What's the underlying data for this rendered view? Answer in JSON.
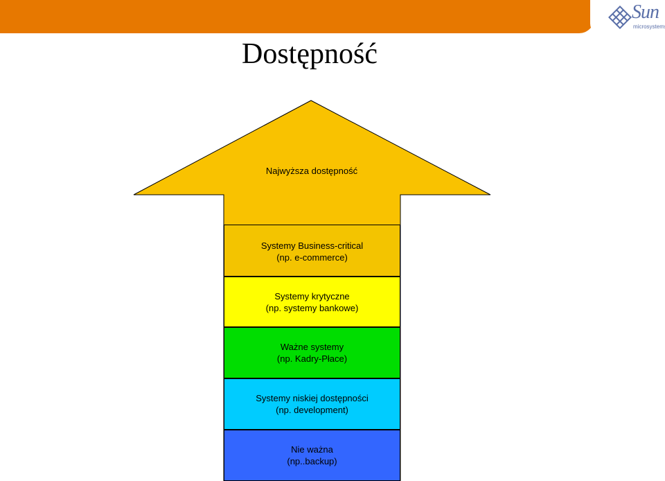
{
  "slide": {
    "title": "Dostępność"
  },
  "logo": {
    "word": "Sun",
    "sub": "microsystems"
  },
  "arrow": {
    "top_label": "Najwyższa dostępność",
    "fill_color": "#f9c200",
    "levels": [
      {
        "line1": "Systemy Business-critical",
        "line2": "(np. e-commerce)",
        "color": "#f3c400"
      },
      {
        "line1": "Systemy krytyczne",
        "line2": "(np. systemy bankowe)",
        "color": "#ffff00"
      },
      {
        "line1": "Ważne systemy",
        "line2": "(np. Kadry-Płace)",
        "color": "#00dd00"
      },
      {
        "line1": "Systemy niskiej dostępności",
        "line2": "(np. development)",
        "color": "#00ccff"
      },
      {
        "line1": "Nie ważna",
        "line2": "(np..backup)",
        "color": "#3366ff"
      }
    ]
  },
  "colors": {
    "header_bar": "#e77800",
    "logo_blue": "#5a6fa8"
  }
}
